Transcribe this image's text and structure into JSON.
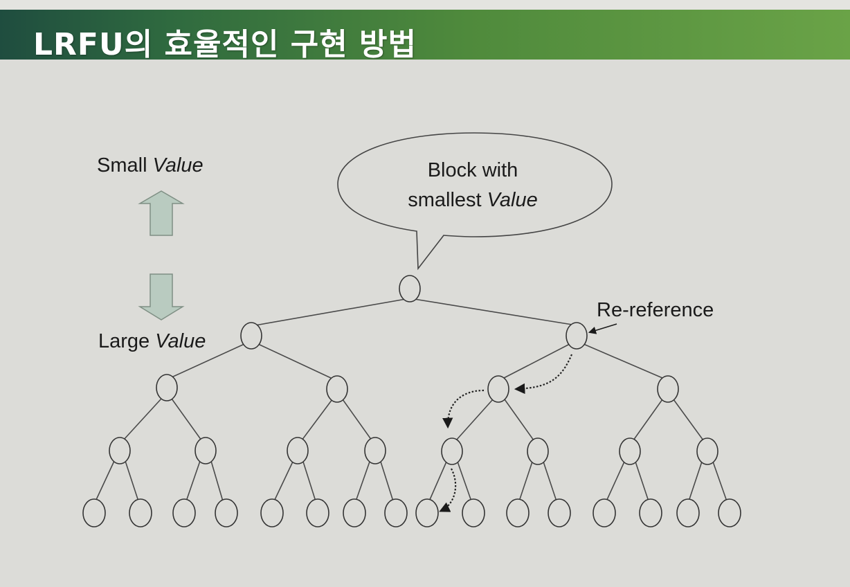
{
  "slide": {
    "title": "LRFU의 효율적인 구현 방법"
  },
  "scale": {
    "top_label_prefix": "Small ",
    "top_label_emph": "Value",
    "bottom_label_prefix": "Large ",
    "bottom_label_emph": "Value",
    "up_arrow_icon": "up-arrow-icon",
    "down_arrow_icon": "down-arrow-icon",
    "arrow_fill": "#b9cbc0"
  },
  "callout": {
    "line1": "Block with",
    "line2_prefix": "smallest ",
    "line2_emph": "Value"
  },
  "annotation": {
    "rereference": "Re-reference"
  }
}
